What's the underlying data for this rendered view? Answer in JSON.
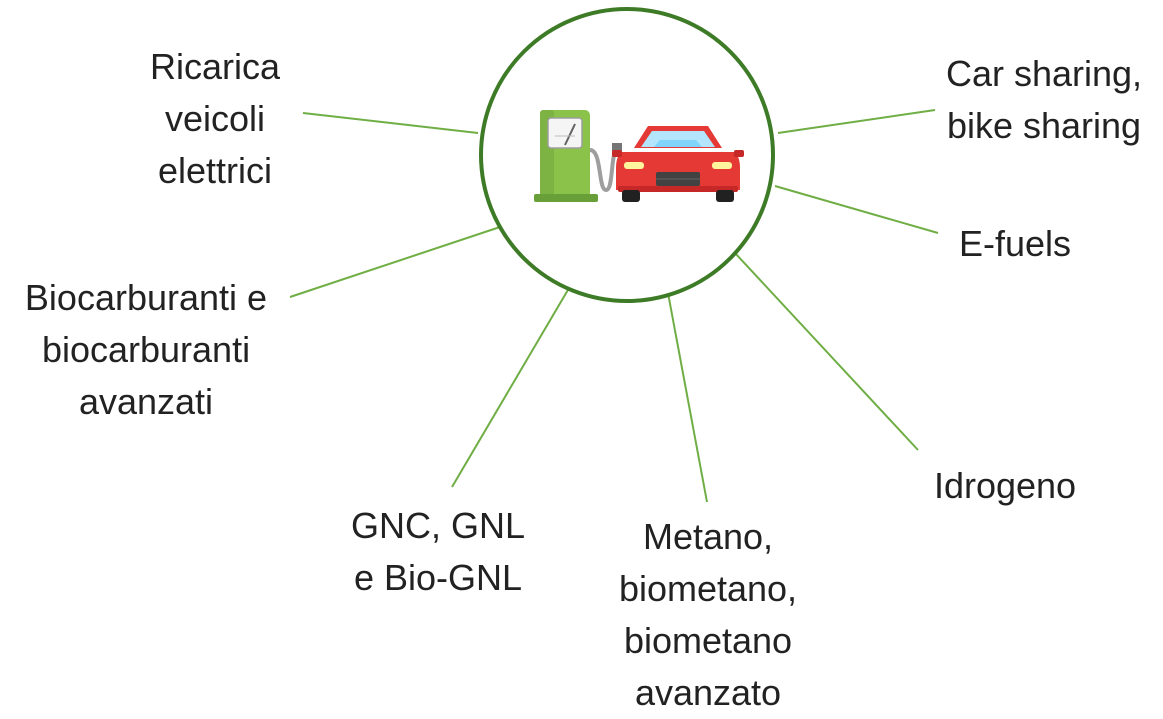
{
  "colors": {
    "connector": "#6fae45",
    "circle": "#3e7b27",
    "text": "#222222",
    "pump": "#8bc34a",
    "car": "#e53935"
  },
  "center": {
    "icon": "fuel-pump-and-car-icon"
  },
  "labels": {
    "ricarica": [
      "Ricarica",
      "veicoli",
      "elettrici"
    ],
    "car_sharing": [
      "Car sharing,",
      "bike sharing"
    ],
    "efuels": [
      "E-fuels"
    ],
    "biocarburanti": [
      "Biocarburanti e",
      "biocarburanti",
      "avanzati"
    ],
    "idrogeno": [
      "Idrogeno"
    ],
    "gnc": [
      "GNC, GNL",
      "e Bio-GNL"
    ],
    "metano": [
      "Metano,",
      "biometano,",
      "biometano",
      "avanzato"
    ]
  }
}
